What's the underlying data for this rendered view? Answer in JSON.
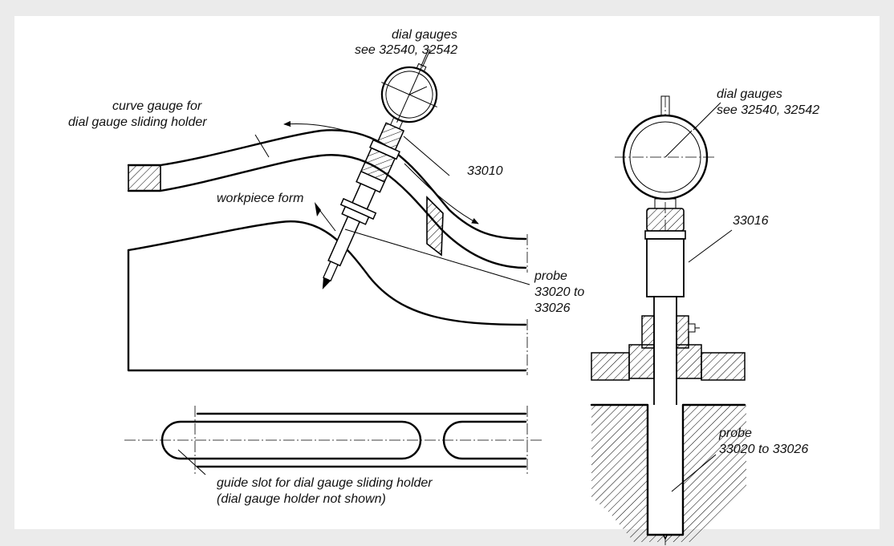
{
  "colors": {
    "background": "#ebebeb",
    "panel": "#ffffff",
    "ink": "#000000"
  },
  "labels": {
    "dial_gauges_left": [
      "dial gauges",
      "see 32540, 32542"
    ],
    "curve_gauge": [
      "curve gauge for",
      "dial gauge sliding holder"
    ],
    "part_33010": "33010",
    "workpiece_form": "workpiece form",
    "probe_left": [
      "probe",
      "33020 to",
      "33026"
    ],
    "guide_slot": [
      "guide slot for  dial gauge sliding holder",
      "(dial gauge holder not shown)"
    ],
    "dial_gauges_right": [
      "dial gauges",
      "see 32540, 32542"
    ],
    "part_33016": "33016",
    "probe_right": [
      "probe",
      "33020 to 33026"
    ]
  }
}
